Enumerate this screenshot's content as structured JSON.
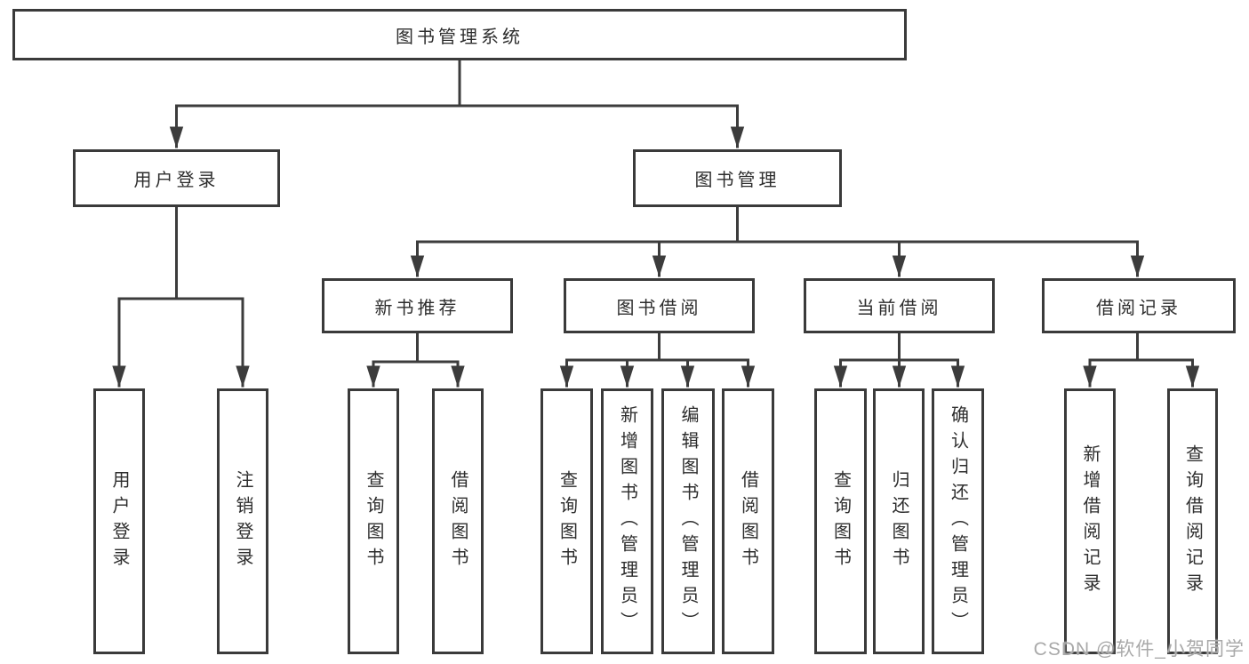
{
  "diagram_type": "tree",
  "colors": {
    "line": "#3c3c3c",
    "box_border": "#3a3a3a",
    "text": "#2d2d2d",
    "watermark": "#a9a9a9",
    "background": "#ffffff"
  },
  "tree": {
    "label": "图书管理系统",
    "children": [
      {
        "label": "用户登录",
        "children": [
          {
            "label": "用户登录"
          },
          {
            "label": "注销登录"
          }
        ]
      },
      {
        "label": "图书管理",
        "children": [
          {
            "label": "新书推荐",
            "children": [
              {
                "label": "查询图书"
              },
              {
                "label": "借阅图书"
              }
            ]
          },
          {
            "label": "图书借阅",
            "children": [
              {
                "label": "查询图书"
              },
              {
                "label": "新增图书（管理员）"
              },
              {
                "label": "编辑图书（管理员）"
              },
              {
                "label": "借阅图书"
              }
            ]
          },
          {
            "label": "当前借阅",
            "children": [
              {
                "label": "查询图书"
              },
              {
                "label": "归还图书"
              },
              {
                "label": "确认归还（管理员）"
              }
            ]
          },
          {
            "label": "借阅记录",
            "children": [
              {
                "label": "新增借阅记录"
              },
              {
                "label": "查询借阅记录"
              }
            ]
          }
        ]
      }
    ]
  },
  "watermark": "CSDN @软件_小贺同学"
}
